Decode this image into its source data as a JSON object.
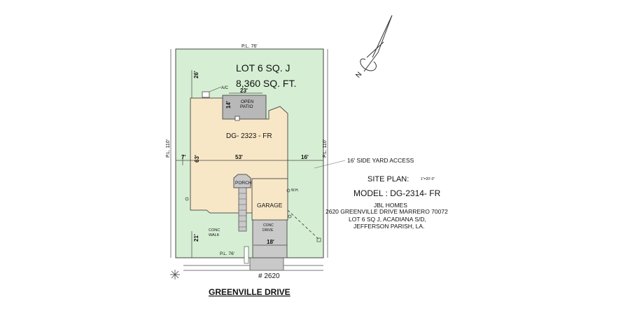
{
  "lot": {
    "title": "LOT 6  SQ. J",
    "area": "8,360 SQ. FT."
  },
  "house": {
    "label": "DG- 2323 - FR",
    "porch": "PORCH",
    "garage": "GARAGE",
    "open_patio": "OPEN\nPATIO"
  },
  "dimensions": {
    "pl_top": "P.L. 76'",
    "pl_bottom": "P.L. 76'",
    "pl_left": "P.L. 110'",
    "pl_right": "P.L. 110'",
    "rear_setback": "26'",
    "left_setback": "7'",
    "right_setback": "16'",
    "front_setback": "21'",
    "house_width": "53'",
    "house_depth": "63'",
    "patio_width": "23'",
    "patio_depth": "14'",
    "drive_width": "18'"
  },
  "labels": {
    "ac": "A/C",
    "conc_walk": "CONC\nWALK",
    "conc_drive": "CONC\nDRIVE",
    "wh": "W.H.",
    "side_yard_access": "16' SIDE YARD ACCESS",
    "address_number": "# 2620"
  },
  "site_plan": {
    "title": "SITE PLAN:",
    "scale": "1\"=20'-0\"",
    "model": "MODEL : DG-2314- FR",
    "lines": [
      "JBL HOMES",
      "2620 GREENVILLE DRIVE MARRERO 70072",
      "LOT 6  SQ J, ACADIANA S/D,",
      "JEFFERSON PARISH, LA."
    ]
  },
  "street": "GREENVILLE DRIVE",
  "north": "N",
  "colors": {
    "lot_green": "#d6efd4",
    "house_tan": "#f8e7c6",
    "patio_gray": "#b8b8b8",
    "drive_gray": "#c9c9c9"
  }
}
